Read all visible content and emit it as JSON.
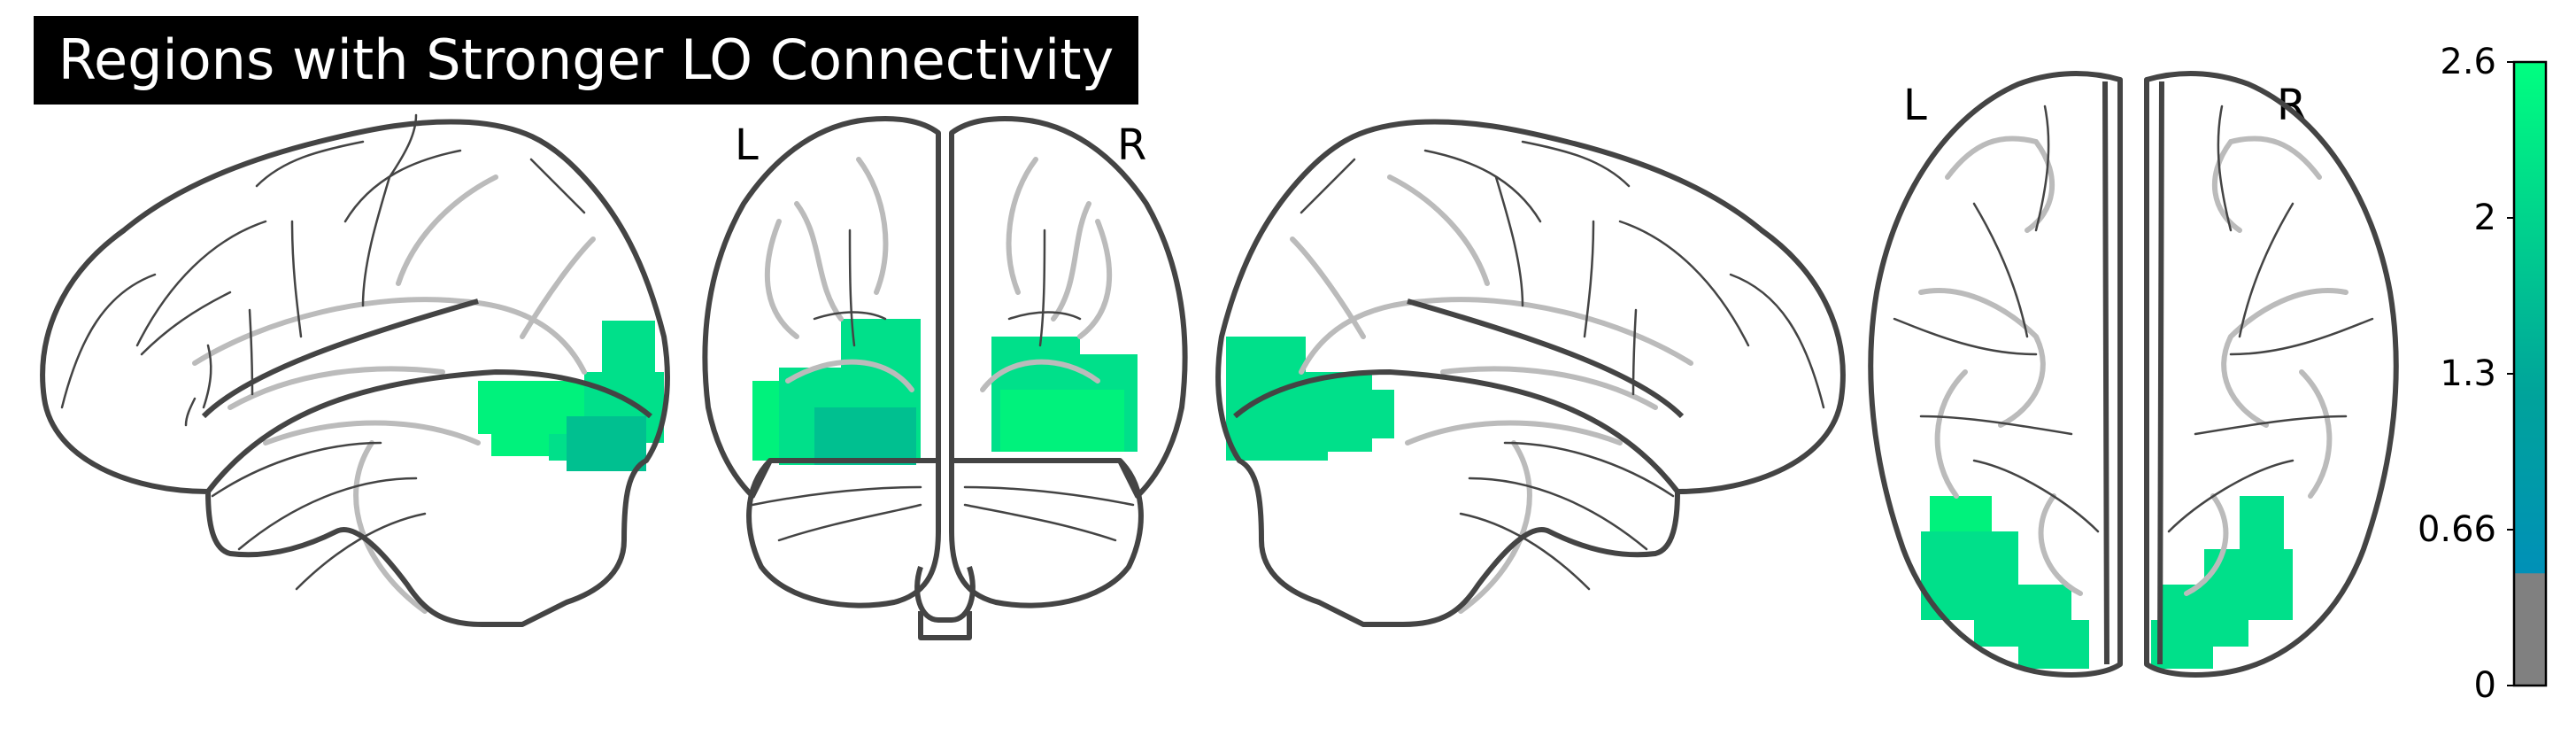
{
  "title": "Regions with Stronger LO Connectivity",
  "coronal_labels": {
    "left": "L",
    "right": "R"
  },
  "axial_labels": {
    "left": "L",
    "right": "R"
  },
  "colorbar": {
    "ticks": [
      "2.6",
      "2",
      "1.3",
      "0.66",
      "0"
    ],
    "colors": {
      "top": "#00ff80",
      "mid": "#00a39b",
      "bottom": "#0090b8",
      "below_threshold": "#808080"
    },
    "threshold_fraction": 0.18
  },
  "colors": {
    "outline": "#444444",
    "inner_line": "#bbbbbb",
    "activation_bright": "#00f27c",
    "activation_main": "#00e08a",
    "activation_dark": "#00c090"
  }
}
